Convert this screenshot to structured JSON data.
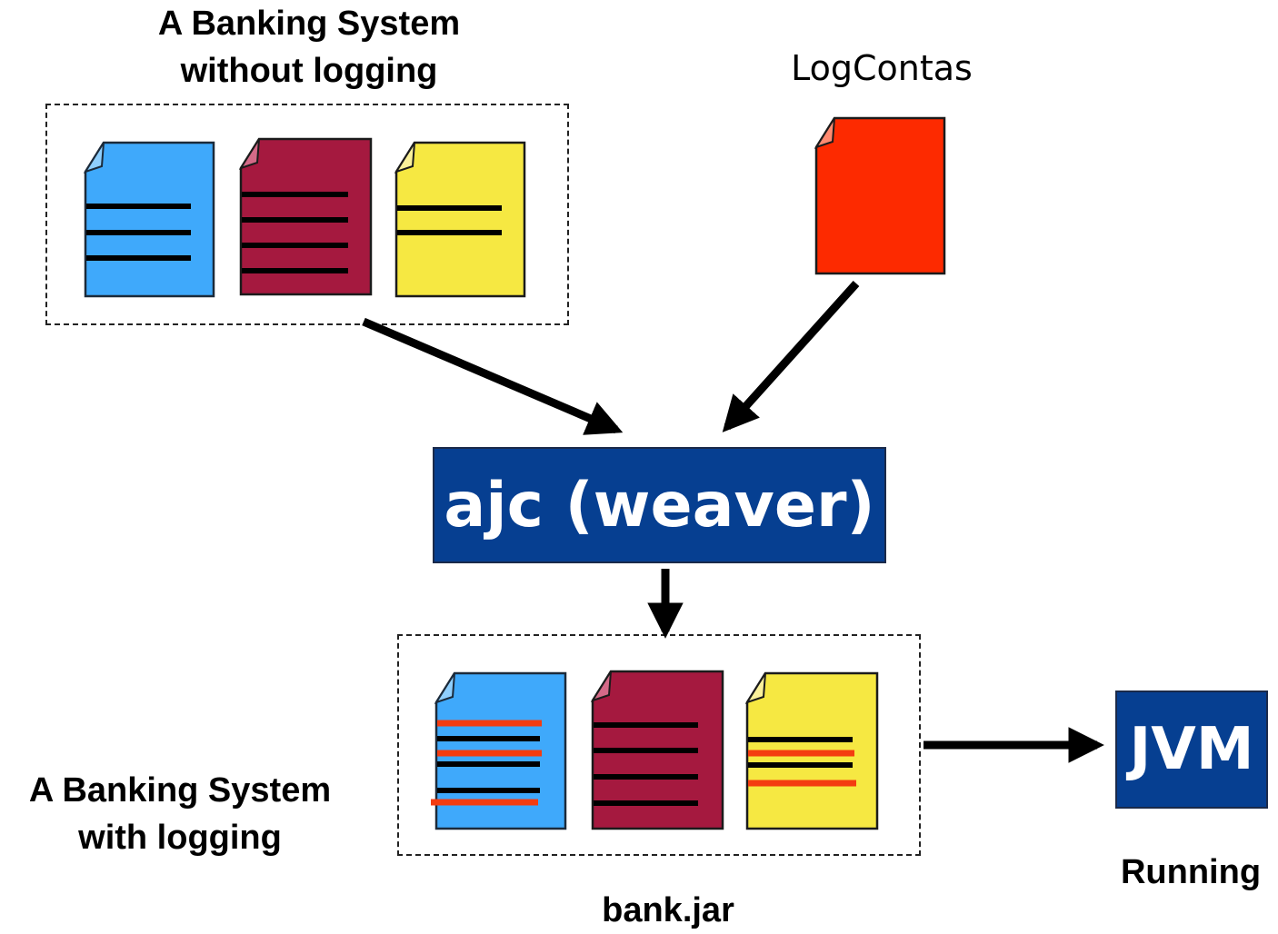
{
  "title_top": "A Banking System without logging",
  "title_bottom": "A Banking System with logging",
  "aspect_label": "LogContas",
  "weaver_label": "ajc (weaver)",
  "jar_label": "bank.jar",
  "runtime_label": "JVM",
  "running_label": "Running",
  "colors": {
    "blue_doc": "#3fa9fb",
    "crimson_doc": "#a5193f",
    "yellow_doc": "#f6e842",
    "red_doc": "#fd2a00",
    "weaver_bg": "#063f91",
    "log_line": "#f43c10"
  }
}
